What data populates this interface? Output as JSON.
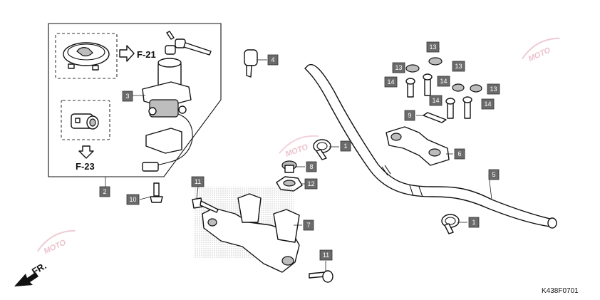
{
  "callouts": [
    {
      "label": "1"
    },
    {
      "label": "1"
    },
    {
      "label": "2"
    },
    {
      "label": "3"
    },
    {
      "label": "4"
    },
    {
      "label": "5"
    },
    {
      "label": "6"
    },
    {
      "label": "7"
    },
    {
      "label": "8"
    },
    {
      "label": "9"
    },
    {
      "label": "10"
    },
    {
      "label": "11"
    },
    {
      "label": "11"
    },
    {
      "label": "12"
    },
    {
      "label": "13"
    },
    {
      "label": "13"
    },
    {
      "label": "13"
    },
    {
      "label": "13"
    },
    {
      "label": "14"
    },
    {
      "label": "14"
    },
    {
      "label": "14"
    },
    {
      "label": "14"
    }
  ],
  "refs": {
    "f21": "F-21",
    "f23": "F-23"
  },
  "direction_label": "FR.",
  "diagram_code": "K438F0701",
  "watermark": "MOTO",
  "colors": {
    "callout_fill": "#6b6b6b",
    "line": "#111111",
    "watermark": "#e3a8b6"
  }
}
